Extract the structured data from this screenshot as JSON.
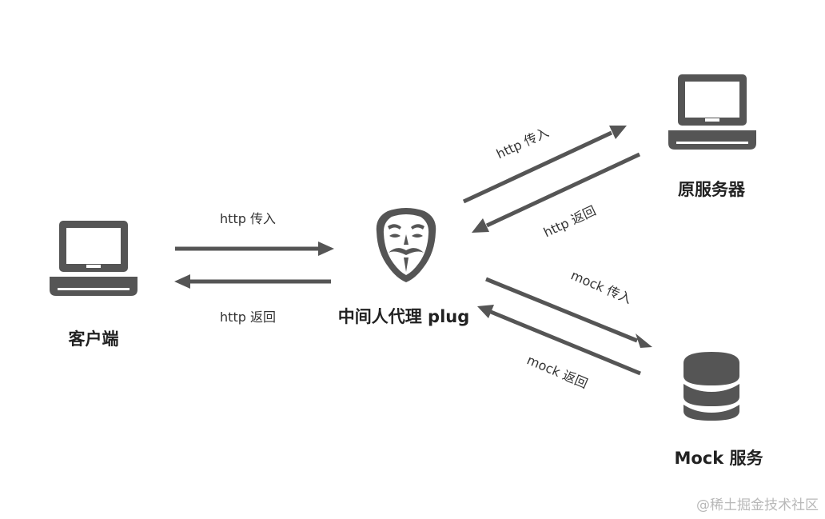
{
  "nodes": {
    "client": {
      "label": "客户端",
      "icon": "laptop-icon"
    },
    "proxy": {
      "label": "中间人代理 plug",
      "icon": "guy-fawkes-mask-icon"
    },
    "origin_server": {
      "label": "原服务器",
      "icon": "laptop-icon"
    },
    "mock_service": {
      "label": "Mock 服务",
      "icon": "database-icon"
    }
  },
  "edges": {
    "client_to_proxy": "http 传入",
    "proxy_to_client": "http 返回",
    "proxy_to_origin": "http 传入",
    "origin_to_proxy": "http 返回",
    "proxy_to_mock": "mock 传入",
    "mock_to_proxy": "mock 返回"
  },
  "watermark": "@稀土掘金技术社区",
  "colors": {
    "arrow": "#555555",
    "icon": "#555555",
    "background": "#ffffff"
  }
}
